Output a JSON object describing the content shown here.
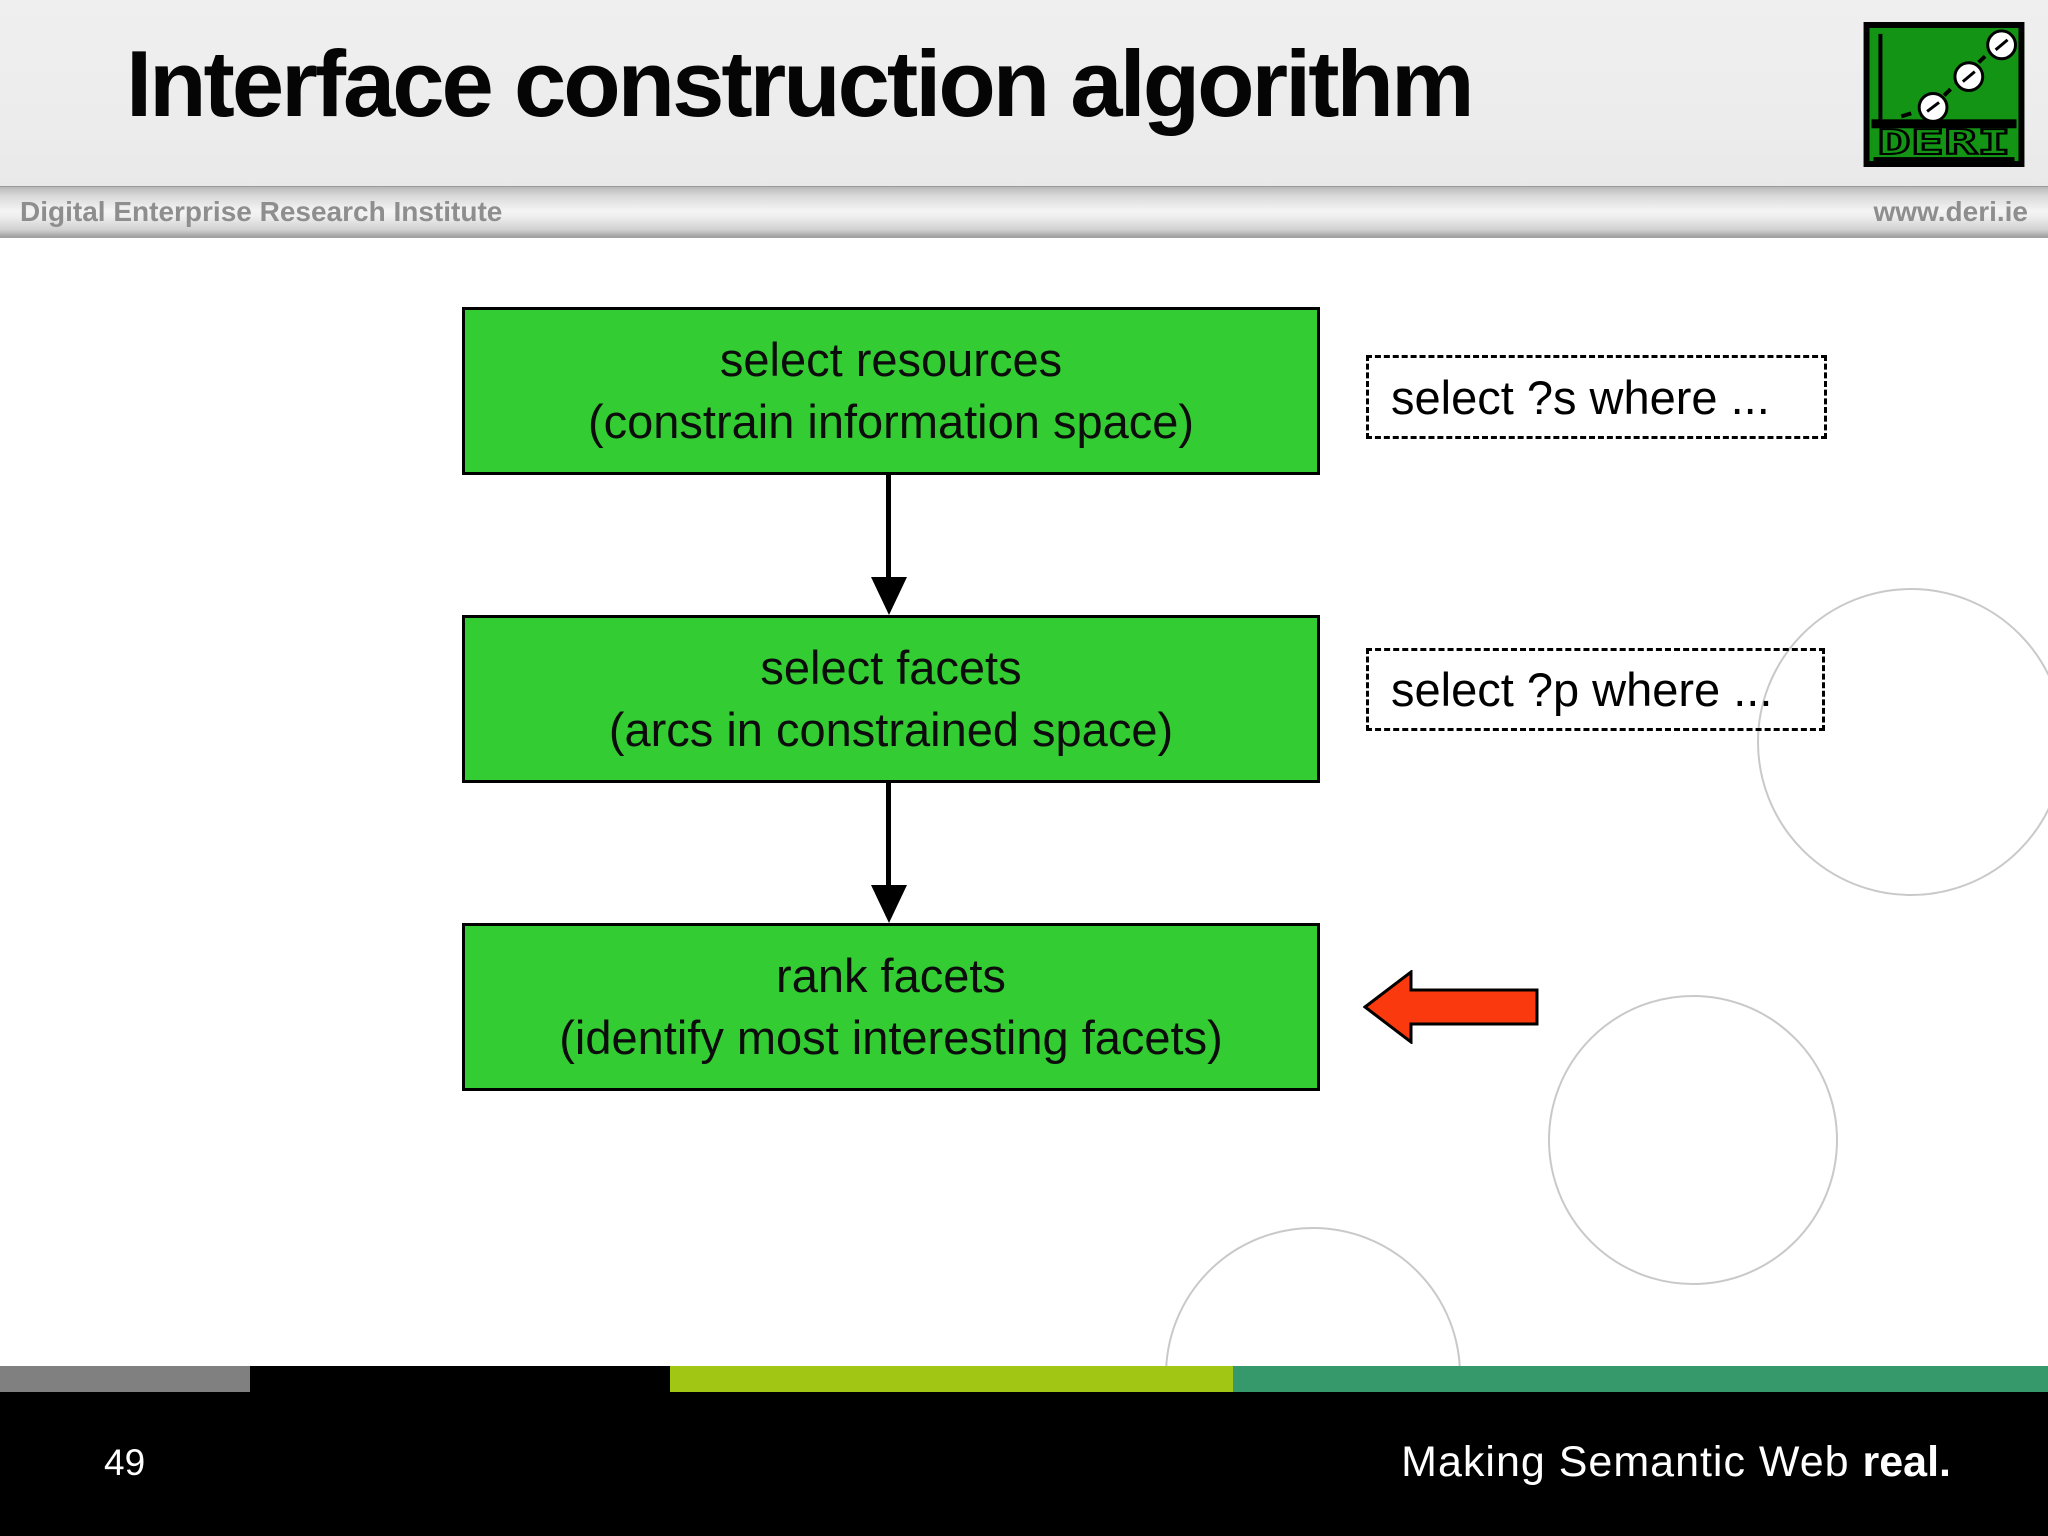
{
  "slide": {
    "title": "Interface construction algorithm",
    "header": {
      "institute": "Digital Enterprise Research Institute",
      "website": "www.deri.ie"
    },
    "footer": {
      "page_number": "49",
      "tagline": "Making Semantic Web",
      "tagline_emphasis": "real."
    },
    "logo": {
      "text": "DERI"
    }
  },
  "flowchart": {
    "steps": [
      {
        "line1": "select resources",
        "line2": "(constrain information space)"
      },
      {
        "line1": "select facets",
        "line2": "(arcs in constrained space)"
      },
      {
        "line1": "rank facets",
        "line2": "(identify most interesting facets)"
      }
    ],
    "annotations": [
      {
        "text": "select ?s where ..."
      },
      {
        "text": "select ?p where ..."
      }
    ]
  },
  "colors": {
    "box_green": "#33cc33",
    "arrow_red": "#fa3a0e",
    "logo_green": "#149414",
    "stripe_gray": "#808080",
    "stripe_black": "#000000",
    "stripe_lime": "#a1c714",
    "stripe_teal": "#35996b"
  }
}
